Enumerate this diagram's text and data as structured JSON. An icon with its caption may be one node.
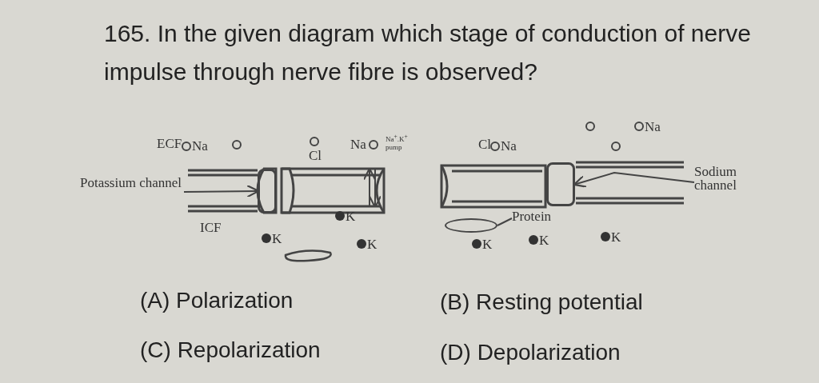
{
  "diagram": {
    "title": "165. In the given diagram which stage of conduction of nerve impulse through nerve fibre is observed?",
    "nodes": [
      {
        "text": [
          "Potassium channel"
        ]
      },
      {
        "text": [],
        "shape": "box"
      },
      {
        "text": [
          "Sodium channel"
        ]
      },
      {
        "text": [],
        "shape": "box"
      },
      {
        "text": [
          "Protein"
        ]
      },
      {
        "text": [],
        "shape": "oval"
      }
    ],
    "edges": [
      {
        "from": 0,
        "to": 1,
        "arrow": "to"
      },
      {
        "from": 2,
        "to": 3,
        "arrow": "to"
      },
      {
        "from": 4,
        "to": 5,
        "arrow": "none"
      }
    ],
    "labels": [
      "ECF",
      "Na",
      "Cl",
      "Na",
      "Na$^{+}$.K$^{+}$ pump",
      "Cl",
      "Na",
      "Na",
      "ICF",
      "K",
      "K",
      "K",
      "K",
      "K",
      "K",
      "(A) Polarization",
      "(B) Resting potential",
      "(C) Repolarization",
      "(D) Depolarization"
    ]
  }
}
